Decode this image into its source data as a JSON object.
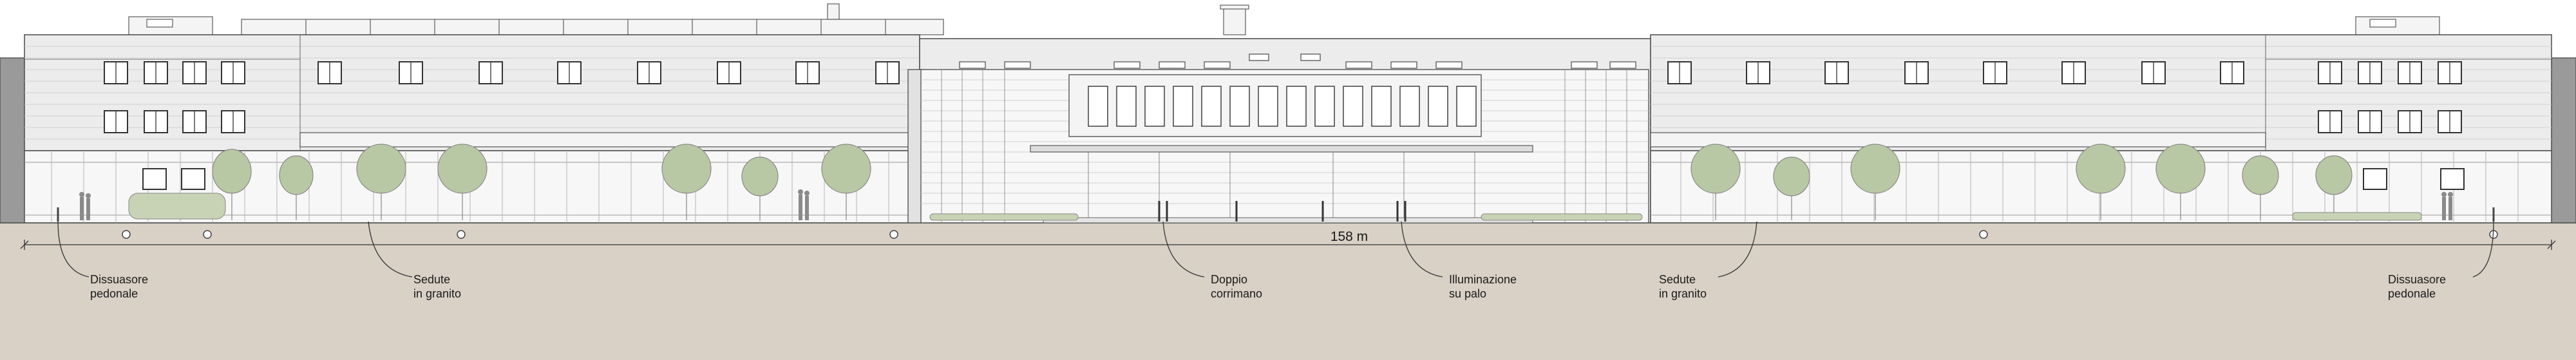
{
  "dimension": {
    "label": "158 m"
  },
  "annotations": [
    {
      "id": "bollard-left",
      "lines": [
        "Dissuasore",
        "pedonale"
      ]
    },
    {
      "id": "seating-left",
      "lines": [
        "Sedute",
        "in granito"
      ]
    },
    {
      "id": "handrail",
      "lines": [
        "Doppio",
        "corrimano"
      ]
    },
    {
      "id": "pole-light",
      "lines": [
        "Illuminazione",
        "su palo"
      ]
    },
    {
      "id": "seating-right",
      "lines": [
        "Sedute",
        "in granito"
      ]
    },
    {
      "id": "bollard-right",
      "lines": [
        "Dissuasore",
        "pedonale"
      ]
    }
  ],
  "colors": {
    "ground": "#d9d1c6",
    "facade_panel": "#ececec",
    "glazing": "#f7f7f7",
    "tree_canopy": "#b9c8a4",
    "line": "#555555",
    "dark_edge": "#7d7d7d"
  }
}
